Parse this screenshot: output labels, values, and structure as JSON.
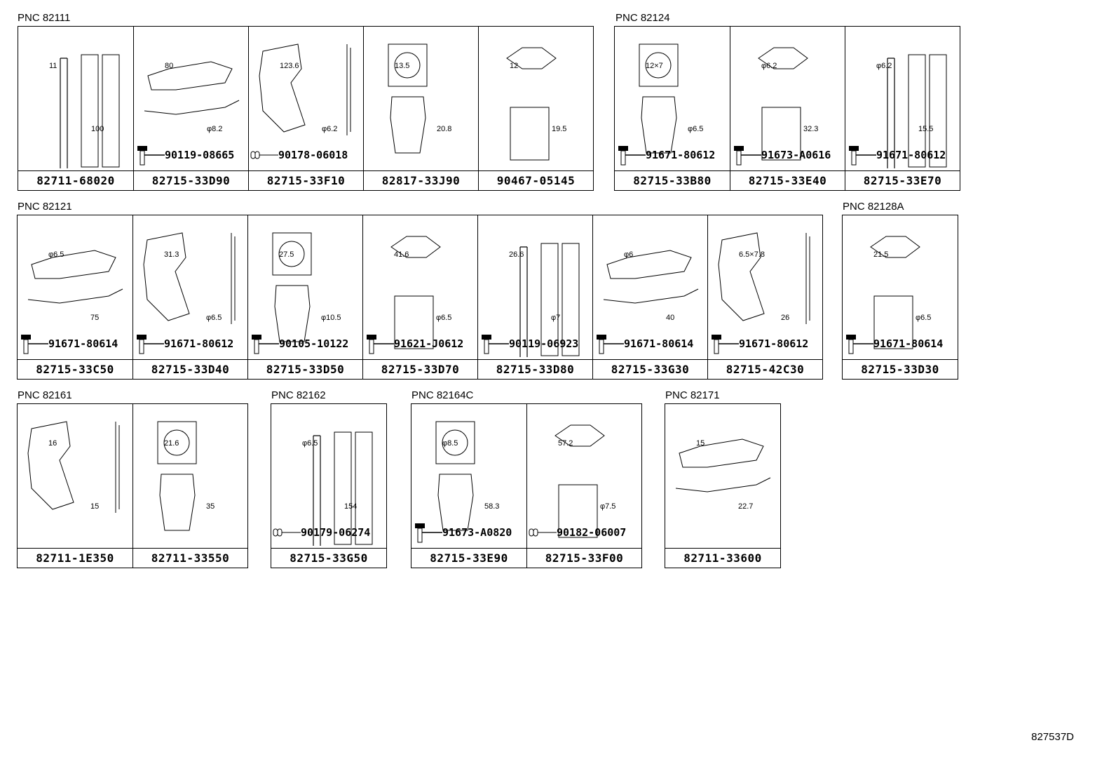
{
  "groups": [
    {
      "pnc": "PNC 82111",
      "cells": [
        {
          "part": "82711-68020",
          "dims": [
            "11",
            "100"
          ]
        },
        {
          "part": "82715-33D90",
          "hardware": "90119-08665",
          "hw_type": "bolt",
          "dims": [
            "80",
            "φ8.2"
          ]
        },
        {
          "part": "82715-33F10",
          "hardware": "90178-06018",
          "hw_type": "nut",
          "dims": [
            "123.6",
            "φ6.2"
          ]
        },
        {
          "part": "82817-33J90",
          "dims": [
            "13.5",
            "20.8"
          ]
        },
        {
          "part": "90467-05145",
          "dims": [
            "12",
            "19.5"
          ]
        }
      ]
    },
    {
      "pnc": "PNC 82124",
      "cells": [
        {
          "part": "82715-33B80",
          "hardware": "91671-80612",
          "hw_type": "bolt",
          "dims": [
            "12×7",
            "φ6.5"
          ]
        },
        {
          "part": "82715-33E40",
          "hardware": "91673-A0616",
          "hw_type": "bolt",
          "dims": [
            "φ6.2",
            "32.3"
          ]
        },
        {
          "part": "82715-33E70",
          "hardware": "91671-80612",
          "hw_type": "bolt",
          "dims": [
            "φ6.2",
            "15.5"
          ]
        }
      ]
    },
    {
      "pnc": "PNC 82121",
      "cells": [
        {
          "part": "82715-33C50",
          "hardware": "91671-80614",
          "hw_type": "bolt",
          "dims": [
            "φ6.5",
            "75"
          ]
        },
        {
          "part": "82715-33D40",
          "hardware": "91671-80612",
          "hw_type": "bolt",
          "dims": [
            "31.3",
            "φ6.5"
          ]
        },
        {
          "part": "82715-33D50",
          "hardware": "90105-10122",
          "hw_type": "bolt",
          "dims": [
            "27.5",
            "φ10.5"
          ]
        },
        {
          "part": "82715-33D70",
          "hardware": "91621-J0612",
          "hw_type": "bolt",
          "dims": [
            "41.6",
            "φ6.5"
          ]
        },
        {
          "part": "82715-33D80",
          "hardware": "90119-06923",
          "hw_type": "bolt",
          "dims": [
            "26.6",
            "φ7"
          ]
        },
        {
          "part": "82715-33G30",
          "hardware": "91671-80614",
          "hw_type": "bolt",
          "dims": [
            "φ6",
            "40"
          ]
        },
        {
          "part": "82715-42C30",
          "hardware": "91671-80612",
          "hw_type": "bolt",
          "dims": [
            "6.5×7.8",
            "26"
          ]
        }
      ]
    },
    {
      "pnc": "PNC 82128A",
      "cells": [
        {
          "part": "82715-33D30",
          "hardware": "91671-80614",
          "hw_type": "bolt",
          "dims": [
            "21.5",
            "φ6.5"
          ]
        }
      ]
    },
    {
      "pnc": "PNC 82161",
      "cells": [
        {
          "part": "82711-1E350",
          "dims": [
            "16",
            "15"
          ]
        },
        {
          "part": "82711-33550",
          "dims": [
            "21.6",
            "35"
          ]
        }
      ]
    },
    {
      "pnc": "PNC 82162",
      "cells": [
        {
          "part": "82715-33G50",
          "hardware": "90179-06274",
          "hw_type": "nut",
          "dims": [
            "φ6.5",
            "154"
          ]
        }
      ]
    },
    {
      "pnc": "PNC 82164C",
      "cells": [
        {
          "part": "82715-33E90",
          "hardware": "91673-A0820",
          "hw_type": "bolt",
          "dims": [
            "φ8.5",
            "58.3"
          ]
        },
        {
          "part": "82715-33F00",
          "hardware": "90182-06007",
          "hw_type": "nut",
          "dims": [
            "57.2",
            "φ7.5"
          ]
        }
      ]
    },
    {
      "pnc": "PNC 82171",
      "cells": [
        {
          "part": "82711-33600",
          "dims": [
            "15",
            "22.7"
          ]
        }
      ]
    }
  ],
  "ref_code": "827537D"
}
